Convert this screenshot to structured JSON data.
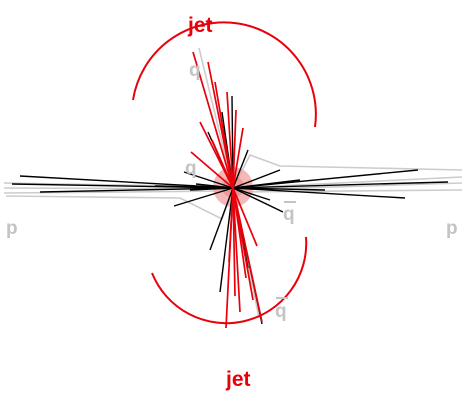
{
  "labels": {
    "jet_top": "jet",
    "jet_bottom": "jet",
    "proton_left": "p",
    "proton_right": "p",
    "quark_top": "q",
    "quark_mid": "q",
    "antiquark_mid": "q",
    "antiquark_bottom": "q"
  },
  "colors": {
    "jet": "#e8000b",
    "track_black": "#000000",
    "parton_gray": "#cccccc",
    "label_gray": "#c4c4c4",
    "vertex_glow": "#f2a0a0"
  }
}
